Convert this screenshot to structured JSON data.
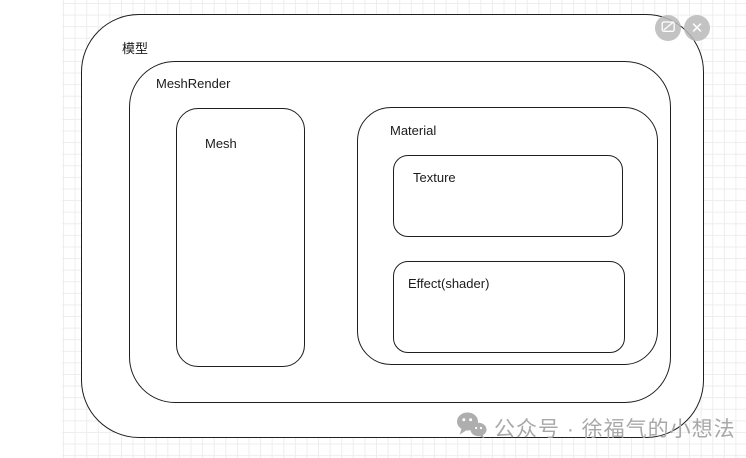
{
  "nodes": {
    "model": {
      "label": "模型"
    },
    "mesh_render": {
      "label": "MeshRender"
    },
    "mesh": {
      "label": "Mesh"
    },
    "material": {
      "label": "Material"
    },
    "texture": {
      "label": "Texture"
    },
    "effect": {
      "label": "Effect(shader)"
    }
  },
  "overlay": {
    "image_icon": "image-icon",
    "close_icon": "close-icon",
    "close_glyph": "✕"
  },
  "watermark": {
    "icon": "wechat-icon",
    "text": "公众号 · 徐福气的小想法"
  },
  "colors": {
    "stroke": "#1f1f1f",
    "grid": "#ededed",
    "watermark_gray": "#a8a8a8",
    "overlay_button_bg": "#b9b9b9"
  }
}
